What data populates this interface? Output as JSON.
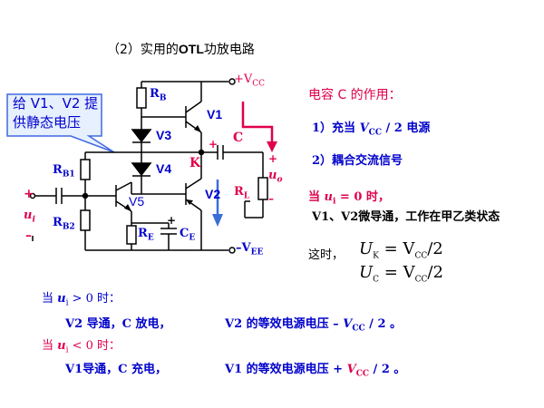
{
  "title": {
    "prefix": "（2）实用的",
    "bold": "OTL",
    "suffix": "功放电路"
  },
  "callout": {
    "text": "给 V1、V2 提供静态电压"
  },
  "circuit_labels": {
    "vcc_plus": "+V",
    "vcc_sub": "CC",
    "vee_minus": "–V",
    "vee_sub": "EE",
    "rb": "R",
    "rb_sub": "B",
    "rb1": "R",
    "rb1_sub": "B1",
    "rb2": "R",
    "rb2_sub": "B2",
    "re": "R",
    "re_sub": "E",
    "ce": "C",
    "ce_sub": "E",
    "v1": "V1",
    "v2": "V2",
    "v3": "V3",
    "v4": "V4",
    "v5": "V5",
    "k": "K",
    "c": "C",
    "rl": "R",
    "rl_sub": "L",
    "uo": "u",
    "uo_sub": "o",
    "ui": "u",
    "ui_sub": "i",
    "plus": "+",
    "minus": "–"
  },
  "right_text": {
    "heading": "电容 C 的作用：",
    "item1_prefix": "1）充当 ",
    "item1_var": "V",
    "item1_sub": "CC",
    "item1_suffix": " / 2 电源",
    "item2": "2）耦合交流信号",
    "cond_prefix": "当 ",
    "cond_var": "u",
    "cond_sub": "i",
    "cond_suffix": " = 0 时，",
    "state": "V1、V2微导通，工作在甲乙类状态",
    "then": "这时，",
    "eq1_lhs": "U",
    "eq1_lhs_sub": "K",
    "eq1_rhs": " = V",
    "eq1_rhs_sub": "CC",
    "eq1_tail": "/2",
    "eq2_lhs": "U",
    "eq2_lhs_sub": "C",
    "eq2_rhs": " = V",
    "eq2_rhs_sub": "CC",
    "eq2_tail": "/2"
  },
  "bottom_text": {
    "pos_cond_prefix": "当 ",
    "pos_cond_var": "u",
    "pos_cond_sub": "i",
    "pos_cond_suffix": " > 0 时：",
    "pos_line_a": "V2 导通，C 放电，",
    "pos_line_b_prefix": "V2 的等效电源电压 – ",
    "pos_line_b_var": "V",
    "pos_line_b_sub": "CC",
    "pos_line_b_suffix": " / 2 。",
    "neg_cond_prefix": "当 ",
    "neg_cond_var": "u",
    "neg_cond_sub": "i",
    "neg_cond_suffix": " < 0 时：",
    "neg_line_a": "V1导通，C 充电，",
    "neg_line_b_prefix": "V1 的等效电源电压 + ",
    "neg_line_b_var": "V",
    "neg_line_b_sub": "CC",
    "neg_line_b_suffix": " / 2 。"
  },
  "colors": {
    "blue": "#0000cc",
    "red": "#e0004a",
    "callout_fill": "#e6f0ff",
    "callout_border": "#4169e1"
  }
}
